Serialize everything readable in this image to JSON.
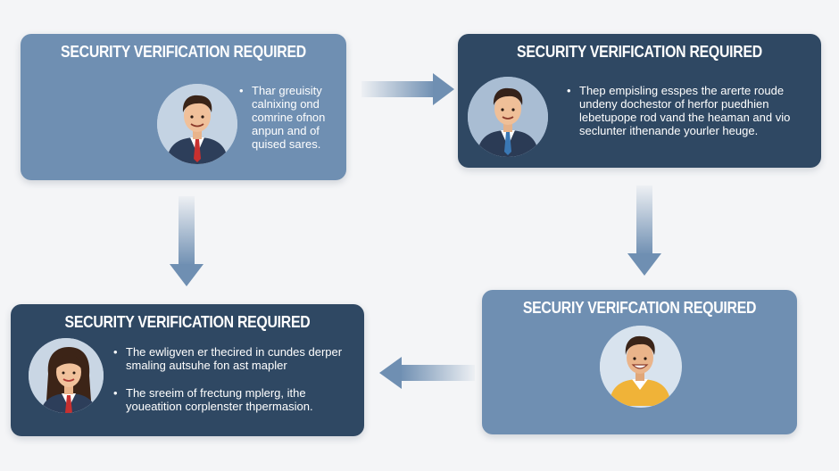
{
  "cards": [
    {
      "title": "SECURITY VERIFICATION REQUIRED",
      "avatar": "man-red-tie-icon",
      "paragraphs": [
        {
          "bullet": "•",
          "text": "Thar greuisity calnixing ond comrine ofnon anpun and of quised sares."
        }
      ]
    },
    {
      "title": "SECURITY VERIFICATION REQUIRED",
      "avatar": "man-blue-tie-icon",
      "paragraphs": [
        {
          "bullet": "•",
          "text": "Thep empisling esspes the arerte roude undeny dochestor of herfor puedhien lebetupope rod vand the heaman and vio seclunter ithenande yourler heuge."
        }
      ]
    },
    {
      "title": "SECURITY VERIFICATION REQUIRED",
      "avatar": "woman-red-tie-icon",
      "paragraphs": [
        {
          "bullet": "•",
          "text": "The ewligven er thecired in cundes derper smaling autsuhe fon ast mapler"
        },
        {
          "bullet": "•",
          "text": "The sreeim of frectung mplerg, ithe youeatition corplenster thpermasion."
        }
      ]
    },
    {
      "title": "SECURIY VERIFCATION REQUIRED",
      "avatar": "man-yellow-shirt-icon",
      "paragraphs": []
    }
  ],
  "colors": {
    "card_light": "#6f8fb2",
    "card_dark": "#2f4863",
    "arrow": "#6f8fb2",
    "background": "#f4f5f7"
  }
}
